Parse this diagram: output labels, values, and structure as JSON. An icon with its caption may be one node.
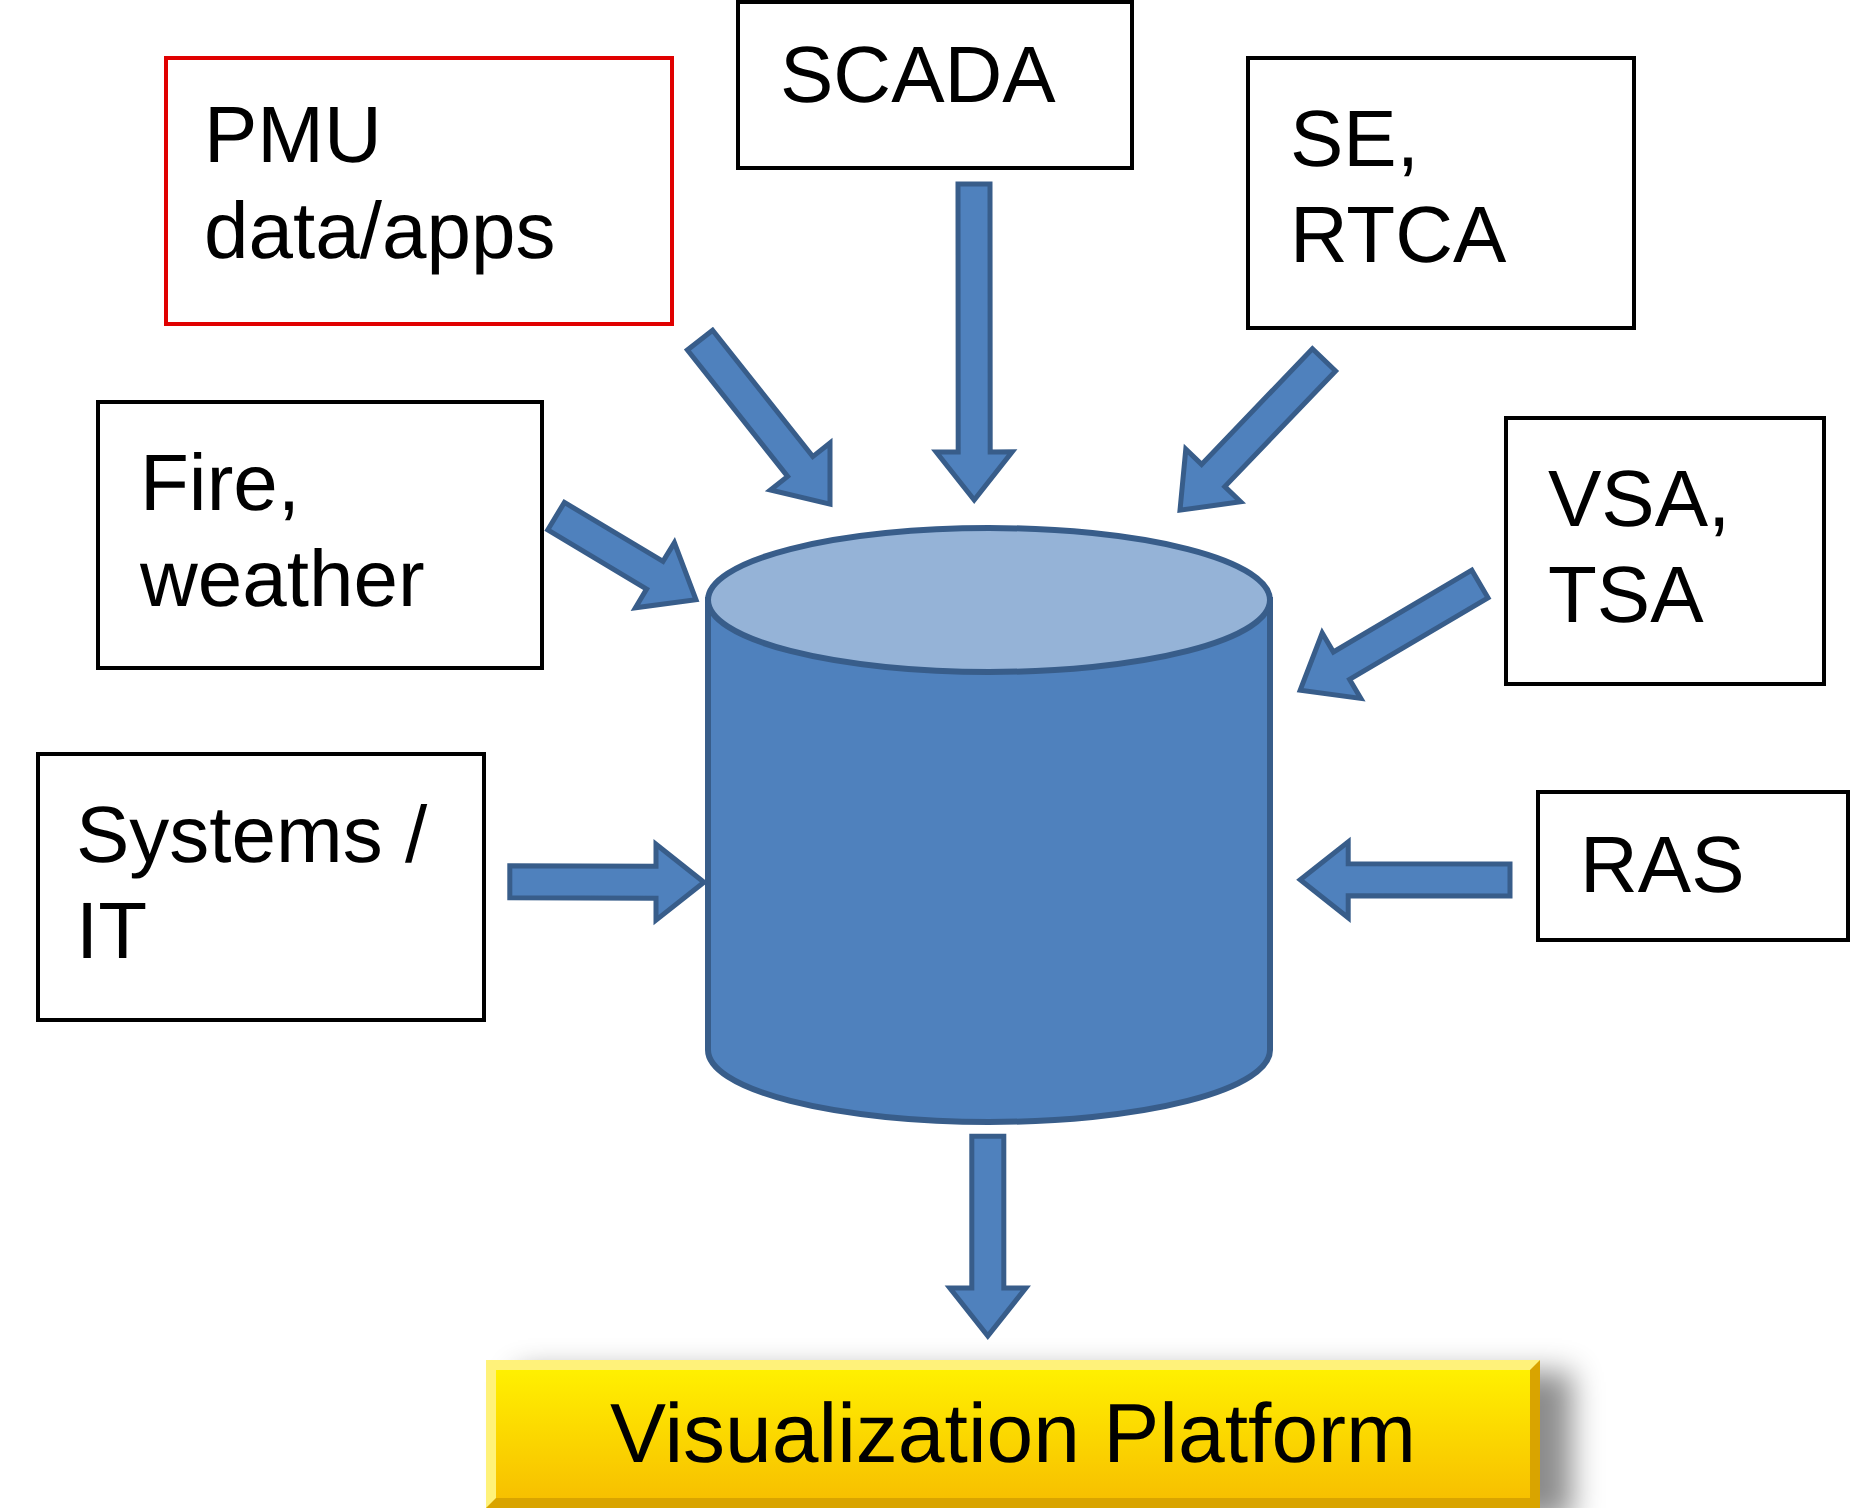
{
  "diagram": {
    "nodes": [
      {
        "text": [
          "PMU data/apps"
        ]
      },
      {
        "text": [
          "SCADA"
        ]
      },
      {
        "text": [
          "SE, RTCA"
        ]
      },
      {
        "text": [
          "Fire, weather"
        ]
      },
      {
        "text": [
          "VSA, TSA"
        ]
      },
      {
        "text": [
          "Systems / IT"
        ]
      },
      {
        "text": [
          "RAS"
        ]
      },
      {
        "text": [],
        "shape": "cylinder"
      },
      {
        "text": [
          "Visualization Platform"
        ]
      }
    ],
    "edges": [
      {
        "from": 0,
        "to": 7,
        "arrow": "to"
      },
      {
        "from": 1,
        "to": 7,
        "arrow": "to"
      },
      {
        "from": 2,
        "to": 7,
        "arrow": "to"
      },
      {
        "from": 3,
        "to": 7,
        "arrow": "to"
      },
      {
        "from": 4,
        "to": 7,
        "arrow": "to"
      },
      {
        "from": 5,
        "to": 7,
        "arrow": "to"
      },
      {
        "from": 6,
        "to": 7,
        "arrow": "to"
      },
      {
        "from": 7,
        "to": 8,
        "arrow": "to"
      }
    ]
  }
}
